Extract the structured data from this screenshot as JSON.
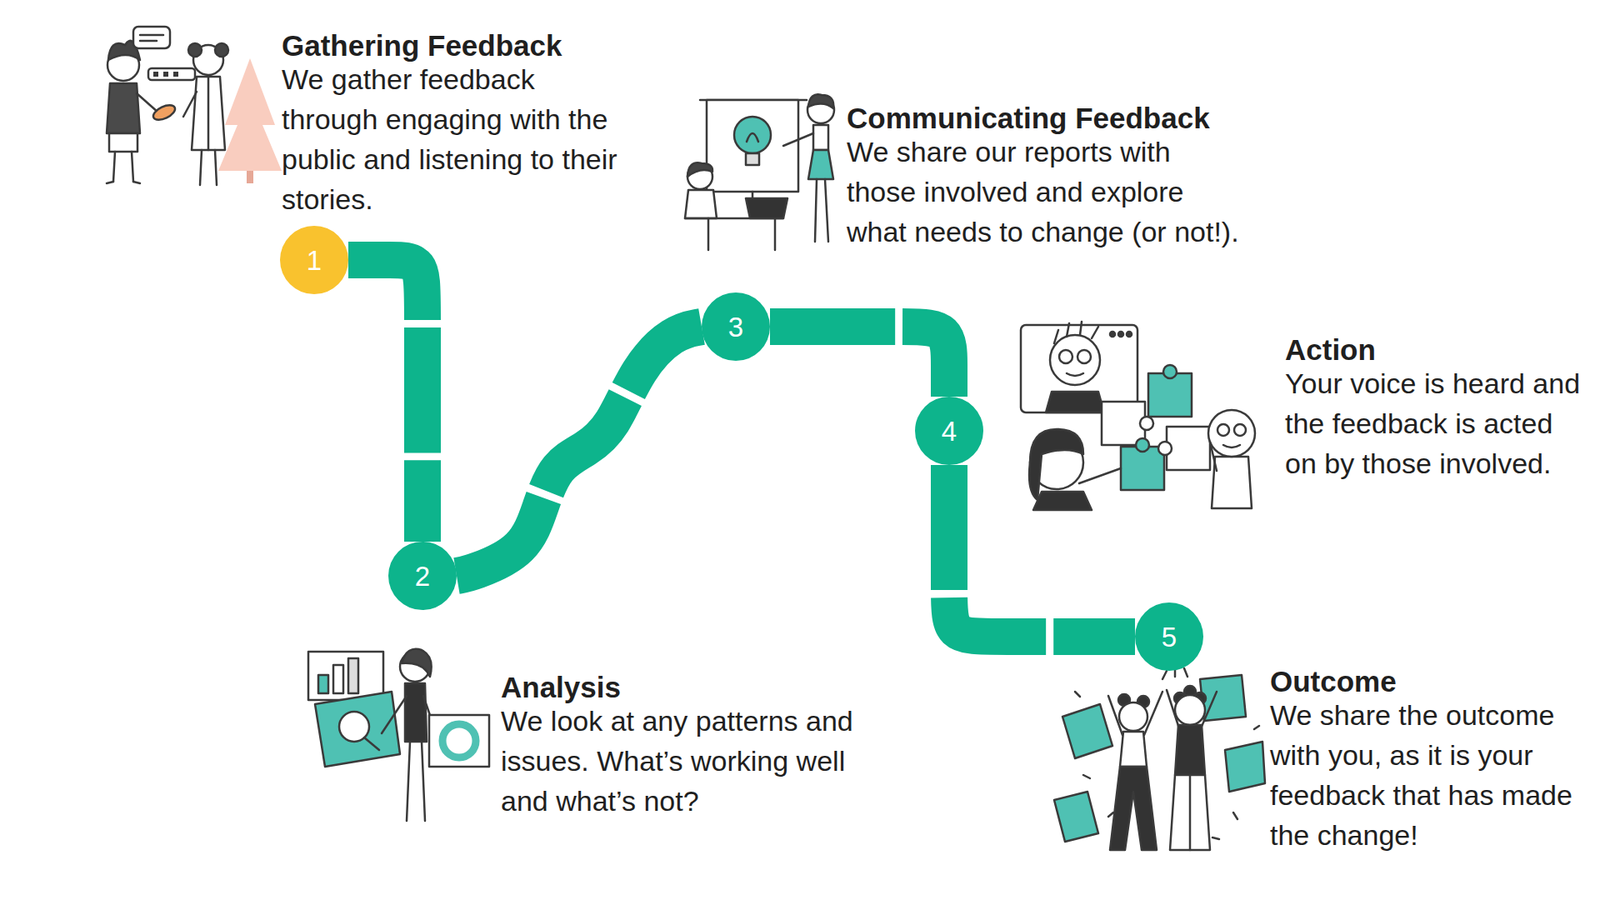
{
  "diagram": {
    "nodes": [
      {
        "text": [
          "1"
        ]
      },
      {
        "text": [
          "2"
        ]
      },
      {
        "text": [
          "3"
        ]
      },
      {
        "text": [
          "4"
        ]
      },
      {
        "text": [
          "5"
        ]
      }
    ],
    "edges": [
      {
        "from": 0,
        "to": 1,
        "arrow": "none"
      },
      {
        "from": 1,
        "to": 2,
        "arrow": "none"
      },
      {
        "from": 2,
        "to": 3,
        "arrow": "none"
      },
      {
        "from": 3,
        "to": 4,
        "arrow": "none"
      }
    ],
    "labels": [
      "Gathering Feedback",
      "We gather feedback through engaging with the public and listening to their stories.",
      "Analysis",
      "We look at any patterns and issues. What’s working well and what’s not?",
      "Communicating Feedback",
      "We share our reports with those involved and explore what needs to change (or not!).",
      "Action",
      "Your voice is heard and the feedback is acted on by those involved.",
      "Outcome",
      "We share the outcome with you, as it is your feedback that has made the change!"
    ]
  }
}
